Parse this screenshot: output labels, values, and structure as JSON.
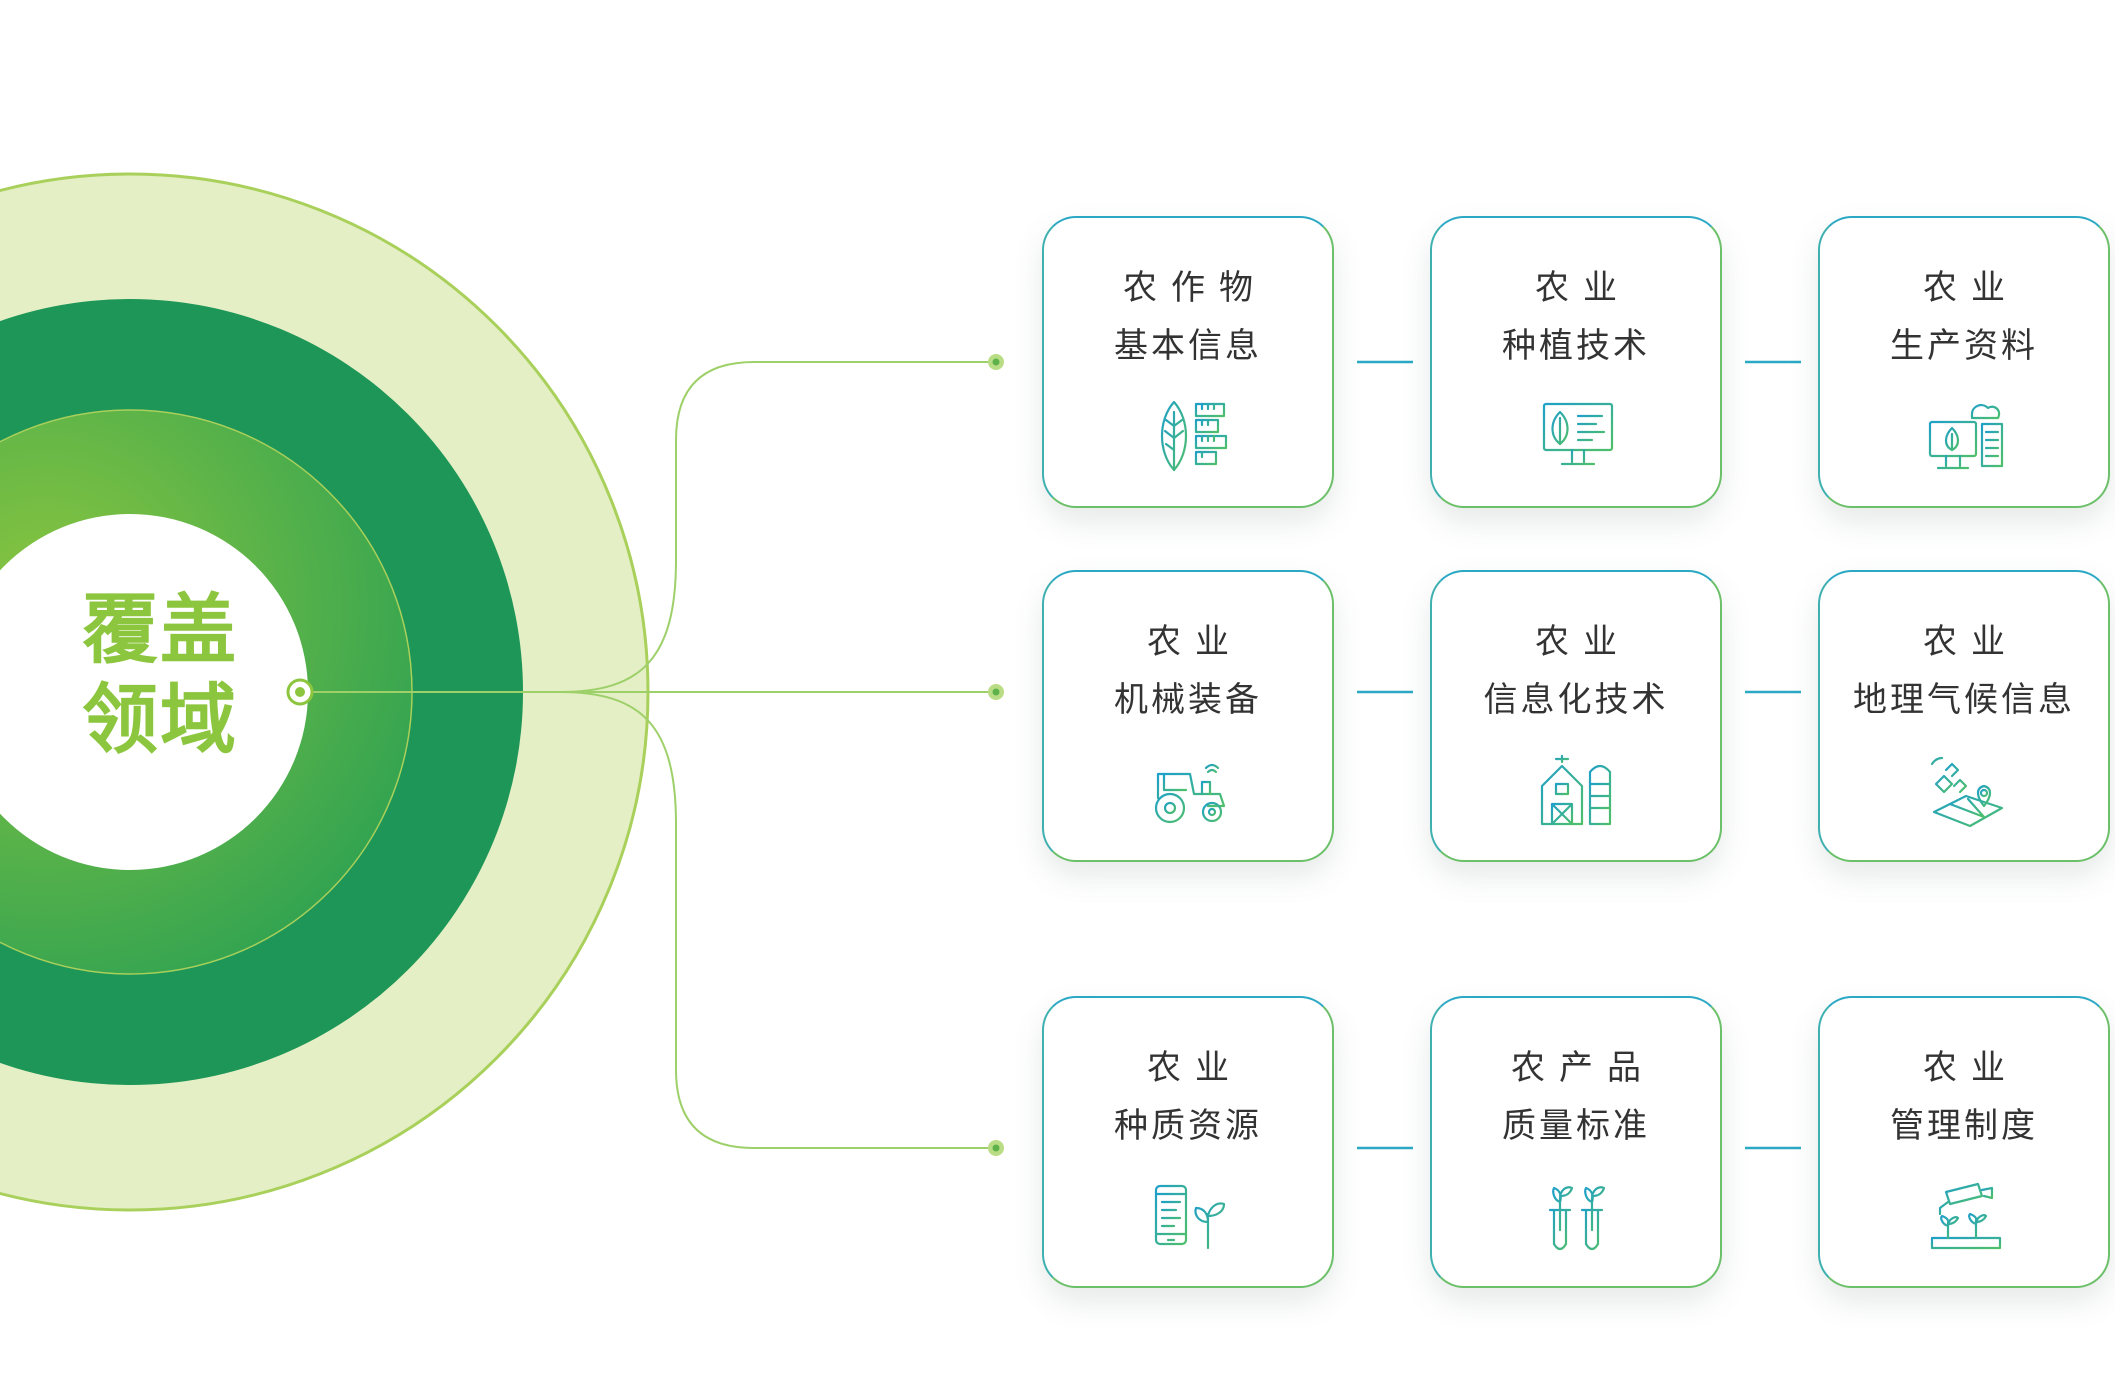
{
  "center": {
    "line1": "覆盖",
    "line2": "领域"
  },
  "cards": [
    {
      "line1": "农作物",
      "line2": "基本信息",
      "icon": "leaf-ruler-icon"
    },
    {
      "line1": "农业",
      "line2": "种植技术",
      "icon": "monitor-leaf-icon"
    },
    {
      "line1": "农业",
      "line2": "生产资料",
      "icon": "computer-cloud-server-icon"
    },
    {
      "line1": "农业",
      "line2": "机械装备",
      "icon": "tractor-icon"
    },
    {
      "line1": "农业",
      "line2": "信息化技术",
      "icon": "barn-silo-icon"
    },
    {
      "line1": "农业",
      "line2": "地理气候信息",
      "icon": "satellite-map-icon"
    },
    {
      "line1": "农业",
      "line2": "种质资源",
      "icon": "phone-sprout-icon"
    },
    {
      "line1": "农产品",
      "line2": "质量标准",
      "icon": "test-tube-plant-icon"
    },
    {
      "line1": "农业",
      "line2": "管理制度",
      "icon": "camera-seedling-icon"
    }
  ],
  "colors": {
    "outer_ring": "#e4efc5",
    "dark_ring": "#1d9657",
    "mid_ring": "#5cb84c",
    "accent": "#8cc63f",
    "card_border": "#2ba8c4",
    "icon_stroke": "#20a6a0"
  }
}
